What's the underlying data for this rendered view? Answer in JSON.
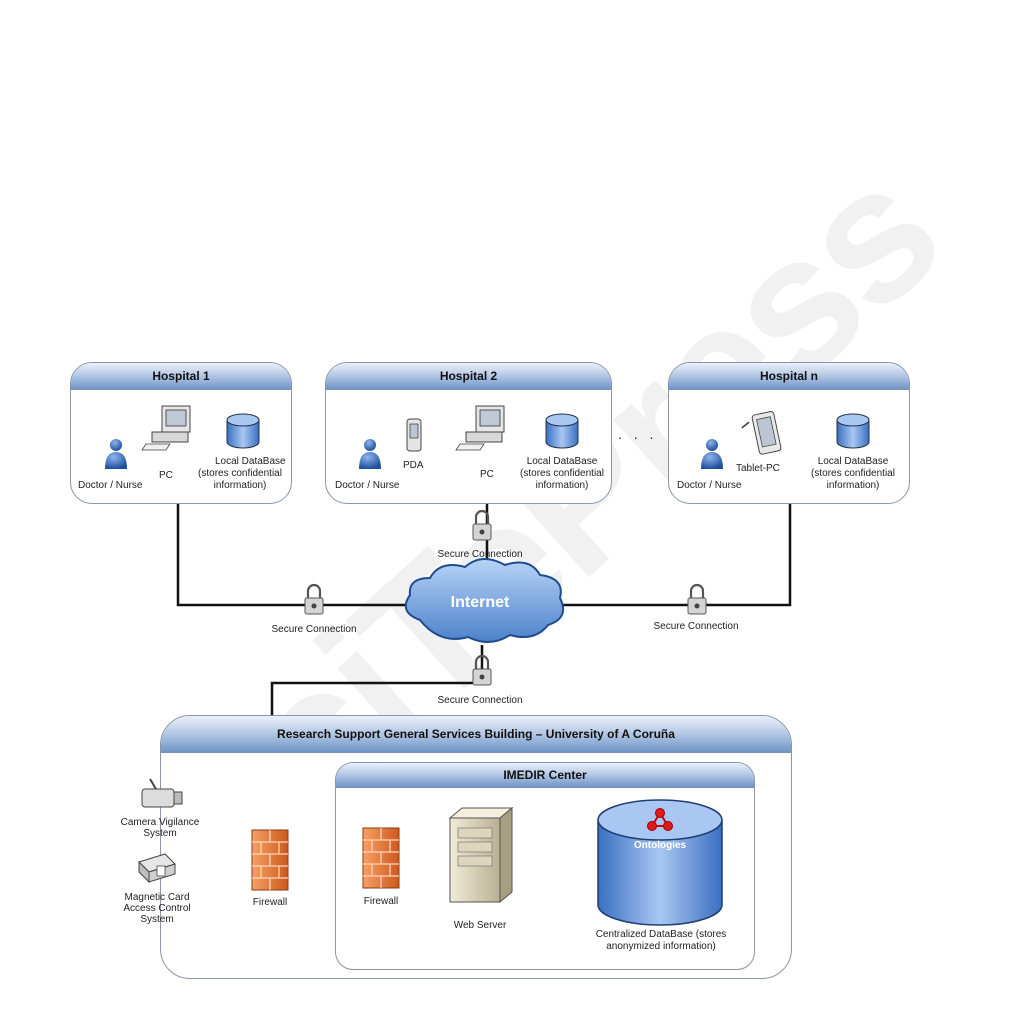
{
  "hospitals": [
    {
      "title": "Hospital 1",
      "person": "Doctor / Nurse",
      "device": "PC",
      "db": [
        "Local DataBase",
        "(stores confidential",
        "information)"
      ]
    },
    {
      "title": "Hospital 2",
      "person": "Doctor / Nurse",
      "pda": "PDA",
      "device": "PC",
      "db": [
        "Local DataBase",
        "(stores confidential",
        "information)"
      ]
    },
    {
      "title": "Hospital n",
      "person": "Doctor / Nurse",
      "device": "Tablet-PC",
      "db": [
        "Local DataBase",
        "(stores confidential",
        "information)"
      ]
    }
  ],
  "ellipsis": ". . .",
  "internet": "Internet",
  "secure": "Secure Connection",
  "building": {
    "title": "Research Support General Services Building – University of A Coruña",
    "camera": [
      "Camera Vigilance",
      "System"
    ],
    "card": [
      "Magnetic Card",
      "Access Control",
      "System"
    ],
    "firewall": "Firewall"
  },
  "center": {
    "title": "IMEDIR Center",
    "firewall": "Firewall",
    "server": "Web Server",
    "ontologies": "Ontologies",
    "db": [
      "Centralized DataBase (stores",
      "anonymized information)"
    ]
  },
  "watermark": "SciTePress",
  "colors": {
    "header_dark": "#6f95c8",
    "cloud": "#5b8fd0",
    "firewall": "#e8732c",
    "db": "#5f8fd6"
  }
}
